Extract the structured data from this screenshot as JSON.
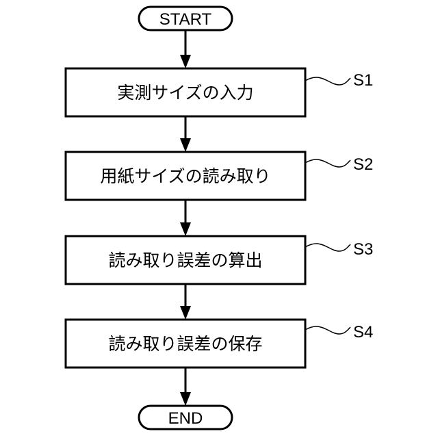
{
  "flowchart": {
    "start_label": "START",
    "end_label": "END",
    "steps": [
      {
        "text": "実測サイズの入力",
        "ref": "S1"
      },
      {
        "text": "用紙サイズの読み取り",
        "ref": "S2"
      },
      {
        "text": "読み取り誤差の算出",
        "ref": "S3"
      },
      {
        "text": "読み取り誤差の保存",
        "ref": "S4"
      }
    ]
  }
}
